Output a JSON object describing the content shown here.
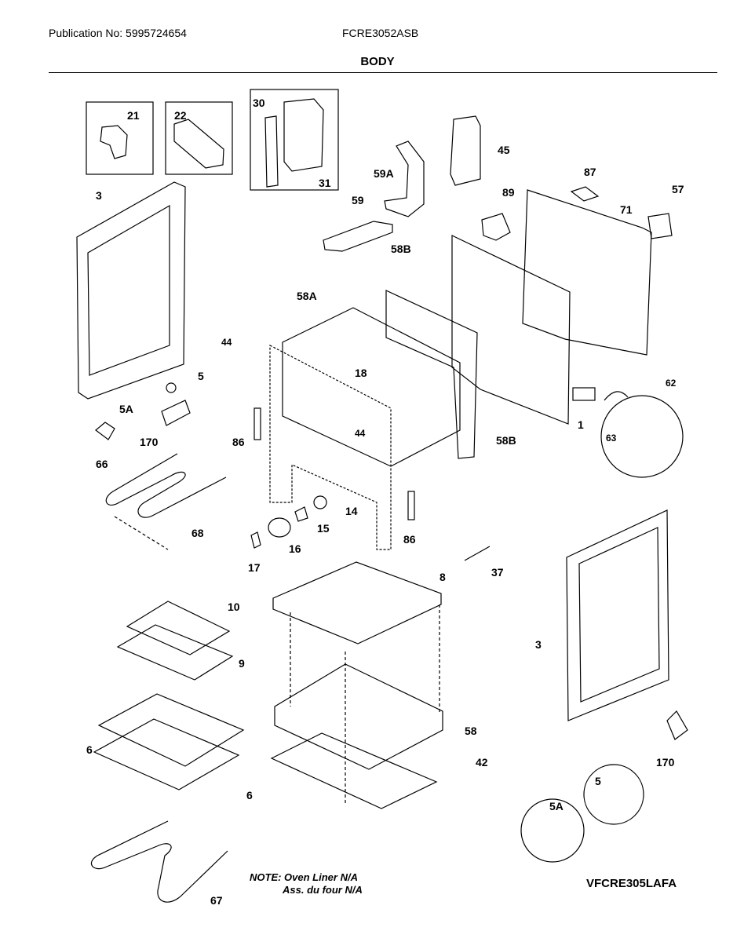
{
  "header": {
    "publication": "Publication No: 5995724654",
    "model": "FCRE3052ASB",
    "section_title": "BODY"
  },
  "note": {
    "line1": "NOTE: Oven Liner N/A",
    "line2": "Ass. du four N/A"
  },
  "diagram_code": "VFCRE305LAFA",
  "callouts": {
    "c21": "21",
    "c22": "22",
    "c30": "30",
    "c31": "31",
    "c45": "45",
    "c59A": "59A",
    "c59": "59",
    "c58B_top": "58B",
    "c89": "89",
    "c87": "87",
    "c71": "71",
    "c57": "57",
    "c3_left": "3",
    "c5_left": "5",
    "c5A_left": "5A",
    "c170_left": "170",
    "c58A": "58A",
    "c44_a": "44",
    "c18": "18",
    "c44_b": "44",
    "c86_left": "86",
    "c58B_mid": "58B",
    "c1": "1",
    "c62": "62",
    "c63": "63",
    "c66": "66",
    "c68": "68",
    "c14": "14",
    "c15": "15",
    "c16": "16",
    "c17": "17",
    "c86_right": "86",
    "c37": "37",
    "c8": "8",
    "c10": "10",
    "c9": "9",
    "c3_right": "3",
    "c58": "58",
    "c42": "42",
    "c6_a": "6",
    "c6_b": "6",
    "c170_right": "170",
    "c5_right": "5",
    "c5A_right": "5A",
    "c67": "67"
  }
}
